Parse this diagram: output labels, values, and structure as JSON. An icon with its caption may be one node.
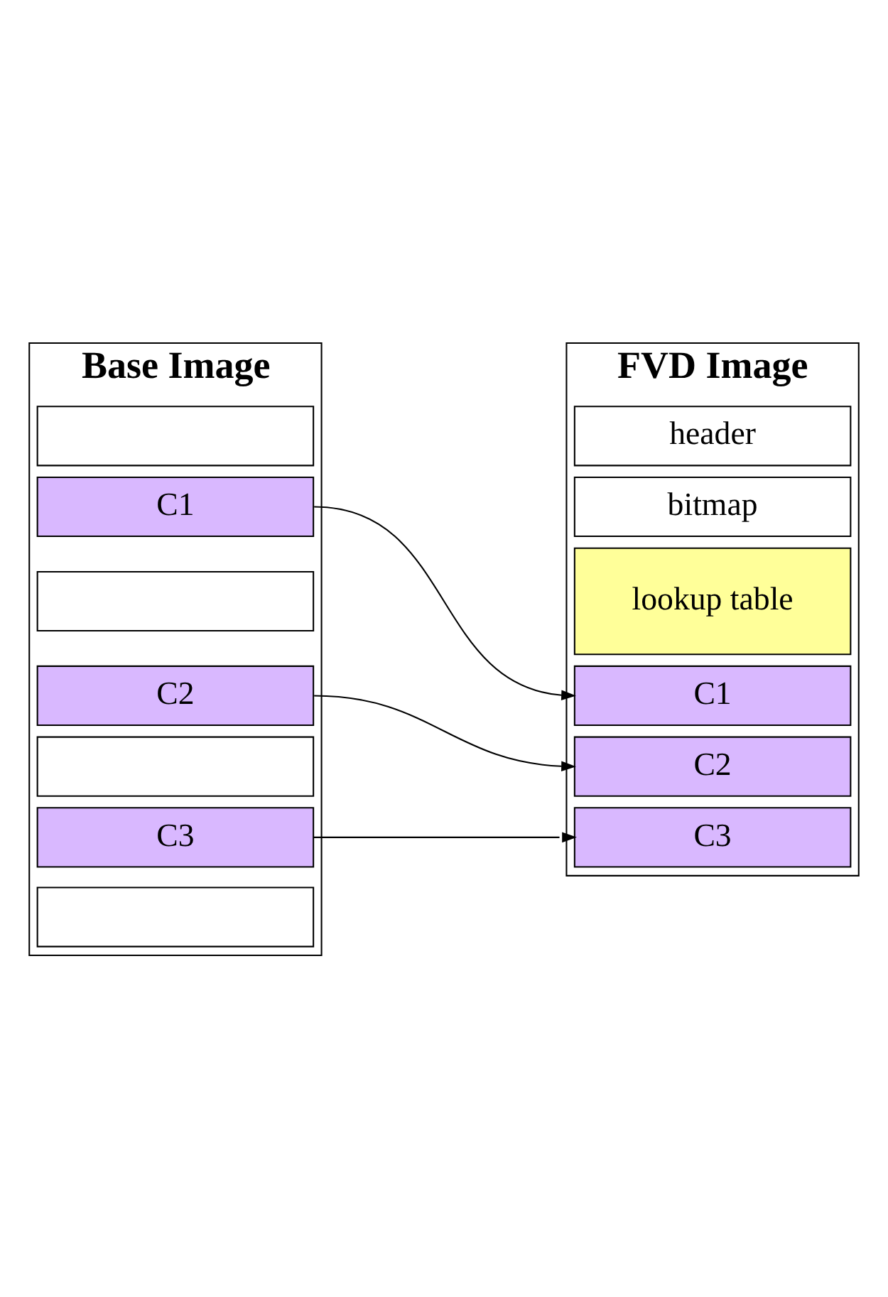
{
  "diagram": {
    "nodes": [
      {
        "text": [
          "FVD Image"
        ]
      },
      {
        "text": [
          "header"
        ],
        "in": 0
      },
      {
        "text": [
          "bitmap"
        ],
        "in": 0
      },
      {
        "text": [
          "lookup table"
        ],
        "in": 0
      },
      {
        "text": [
          "C1"
        ],
        "in": 0
      },
      {
        "text": [
          "C2"
        ],
        "in": 0
      },
      {
        "text": [
          "C3"
        ],
        "in": 0
      },
      {
        "text": [
          "Base Image"
        ]
      },
      {
        "text": [],
        "shape": "box",
        "in": 7
      },
      {
        "text": [
          "C1"
        ],
        "in": 7
      },
      {
        "text": [],
        "shape": "box",
        "in": 7
      },
      {
        "text": [
          "C2"
        ],
        "in": 7
      },
      {
        "text": [],
        "shape": "box",
        "in": 7
      },
      {
        "text": [
          "C3"
        ],
        "in": 7
      },
      {
        "text": [],
        "shape": "box",
        "in": 7
      }
    ],
    "edges": [
      {
        "from": 9,
        "to": 4,
        "arrow": "to"
      },
      {
        "from": 11,
        "to": 5,
        "arrow": "to"
      },
      {
        "from": 13,
        "to": 6,
        "arrow": "to"
      }
    ]
  }
}
